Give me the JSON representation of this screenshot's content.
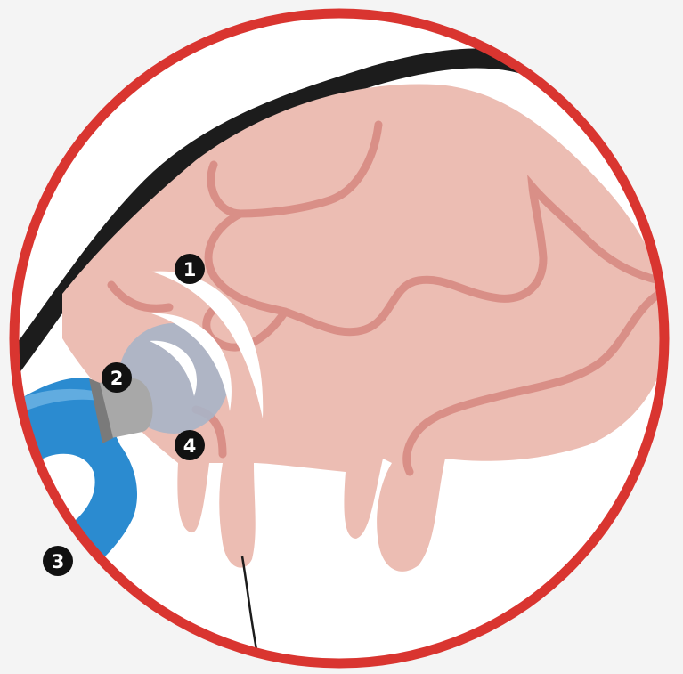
{
  "colors": {
    "background": "#f4f4f4",
    "circle_border": "#d93530",
    "circle_fill": "#ffffff",
    "udder": "#ecbdb3",
    "veins": "#d98f87",
    "outline": "#1c1c1c",
    "sensor_cup": "#a9b4c7",
    "device_body": "#2b8bd0",
    "device_cap": "#a8a8a8",
    "wave": "#ffffff",
    "marker_fill": "#111111",
    "marker_text": "#ffffff"
  },
  "markers": [
    {
      "id": "1",
      "label": "1"
    },
    {
      "id": "2",
      "label": "2"
    },
    {
      "id": "3",
      "label": "3"
    },
    {
      "id": "4",
      "label": "4"
    }
  ],
  "icons": {
    "device": "handheld-milking-device-icon",
    "udder": "udder-illustration",
    "waves": "sound-wave-icon"
  }
}
